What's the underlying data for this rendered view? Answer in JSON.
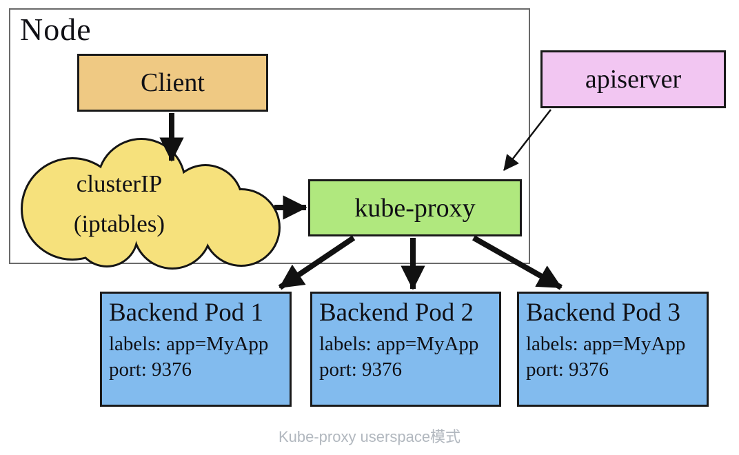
{
  "diagram": {
    "node": {
      "label": "Node"
    },
    "client": {
      "label": "Client"
    },
    "cluster_ip_cloud": {
      "line1": "clusterIP",
      "line2": "(iptables)"
    },
    "apiserver": {
      "label": "apiserver"
    },
    "kube_proxy": {
      "label": "kube-proxy"
    },
    "backend_pods": [
      {
        "title": "Backend Pod 1",
        "labels_line": "labels: app=MyApp",
        "port_line": "port: 9376"
      },
      {
        "title": "Backend Pod 2",
        "labels_line": "labels: app=MyApp",
        "port_line": "port: 9376"
      },
      {
        "title": "Backend Pod 3",
        "labels_line": "labels: app=MyApp",
        "port_line": "port: 9376"
      }
    ],
    "caption": "Kube-proxy userspace模式",
    "arrows": [
      {
        "from": "Client",
        "to": "clusterIP (iptables)",
        "style": "thick"
      },
      {
        "from": "clusterIP (iptables)",
        "to": "kube-proxy",
        "style": "thick"
      },
      {
        "from": "apiserver",
        "to": "kube-proxy",
        "style": "thin"
      },
      {
        "from": "kube-proxy",
        "to": "Backend Pod 1",
        "style": "thick"
      },
      {
        "from": "kube-proxy",
        "to": "Backend Pod 2",
        "style": "thick"
      },
      {
        "from": "kube-proxy",
        "to": "Backend Pod 3",
        "style": "thick"
      }
    ],
    "colors": {
      "background": "#ffffff",
      "client_fill": "#efc983",
      "cloud_fill": "#f6e17c",
      "kube_proxy_fill": "#b0e87e",
      "apiserver_fill": "#f2c6f2",
      "pod_fill": "#82bbee",
      "box_border": "#1a1a1a",
      "node_border": "#6a6a6a",
      "arrow": "#111111",
      "caption_text": "#b2b8bf"
    }
  }
}
